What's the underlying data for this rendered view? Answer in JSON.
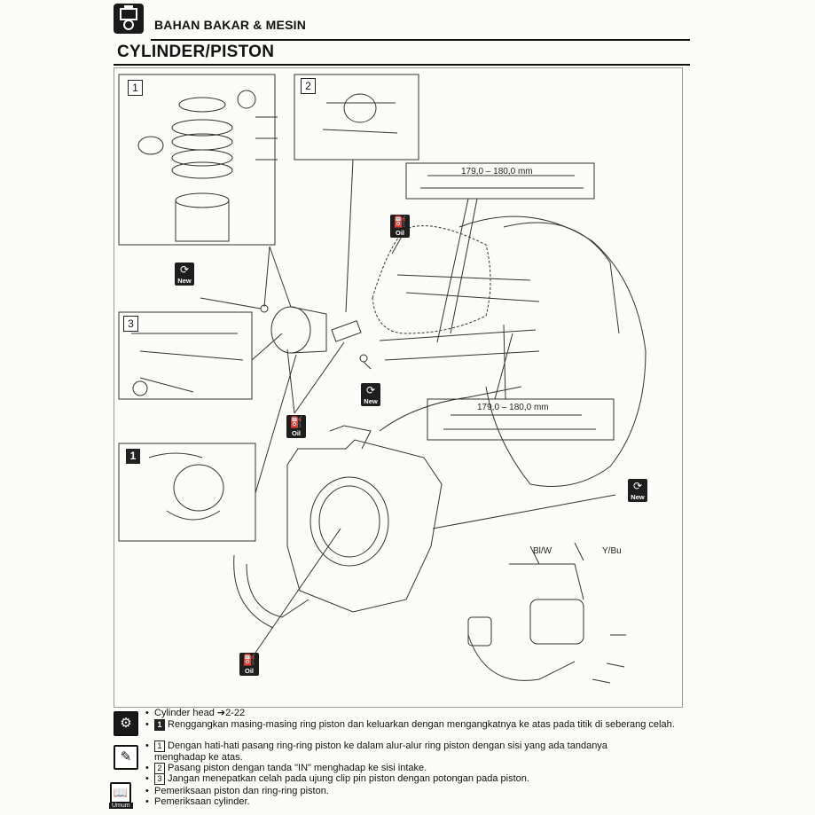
{
  "header": {
    "section": "BAHAN BAKAR & MESIN",
    "title": "CYLINDER/PISTON"
  },
  "diagram": {
    "callouts": {
      "c1_top": "1",
      "c2": "2",
      "c3": "3",
      "c1_bottom": "1"
    },
    "dimension_top": "179,0 – 180,0 mm",
    "dimension_bottom": "179,0 – 180,0 mm",
    "badges": {
      "new": "New",
      "oil": "Oil"
    },
    "wire_labels": {
      "left": "Bl/W",
      "right": "Y/Bu"
    }
  },
  "notes": {
    "ref_label": "Cylinder head",
    "ref_page": "2-22",
    "n1_num": "1",
    "n1_text": "Renggangkan masing-masing ring piston dan keluarkan dengan mengangkatnya ke atas pada titik di seberang celah.",
    "n2_num": "1",
    "n2_text_a": "Dengan hati-hati pasang ring-ring piston ke dalam alur-alur ring piston dengan sisi yang ada tandanya",
    "n2_text_b": "menghadap ke atas.",
    "n3_num": "2",
    "n3_text": "Pasang piston dengan tanda \"IN\" menghadap ke sisi intake.",
    "n4_num": "3",
    "n4_text": "Jangan menepatkan celah pada ujung clip pin piston dengan potongan pada piston.",
    "n5_text": "Pemeriksaan piston dan ring-ring piston.",
    "n6_text": "Pemeriksaan cylinder.",
    "umum_label": "Umum"
  }
}
